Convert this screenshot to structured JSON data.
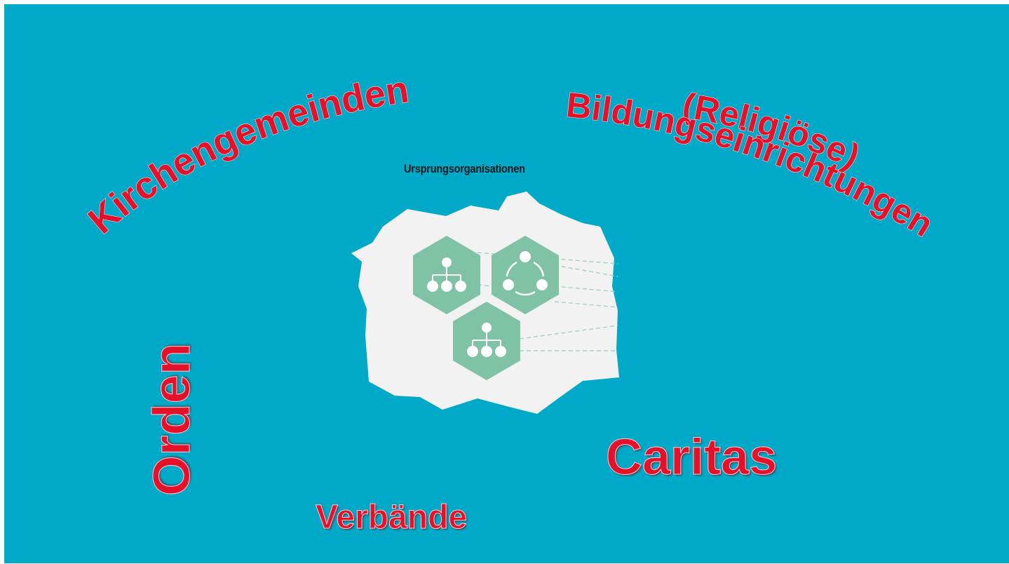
{
  "labels": {
    "kirchengemeinden": "Kirchengemeinden",
    "religioese": "(Religiöse)",
    "bildungseinrichtungen": "Bildungseinrichtungen",
    "orden": "Orden",
    "verbaende": "Verbände",
    "caritas": "Caritas"
  },
  "center_title": "Ursprungsorganisationen",
  "colors": {
    "background": "#00a9c8",
    "label_red": "#e3122a",
    "blob": "#f2f2f2",
    "hexagon": "#7fc2a6"
  },
  "icons": {
    "hexagon_left": "hierarchy-icon",
    "hexagon_right": "cycle-icon",
    "hexagon_bottom": "hierarchy-icon"
  }
}
